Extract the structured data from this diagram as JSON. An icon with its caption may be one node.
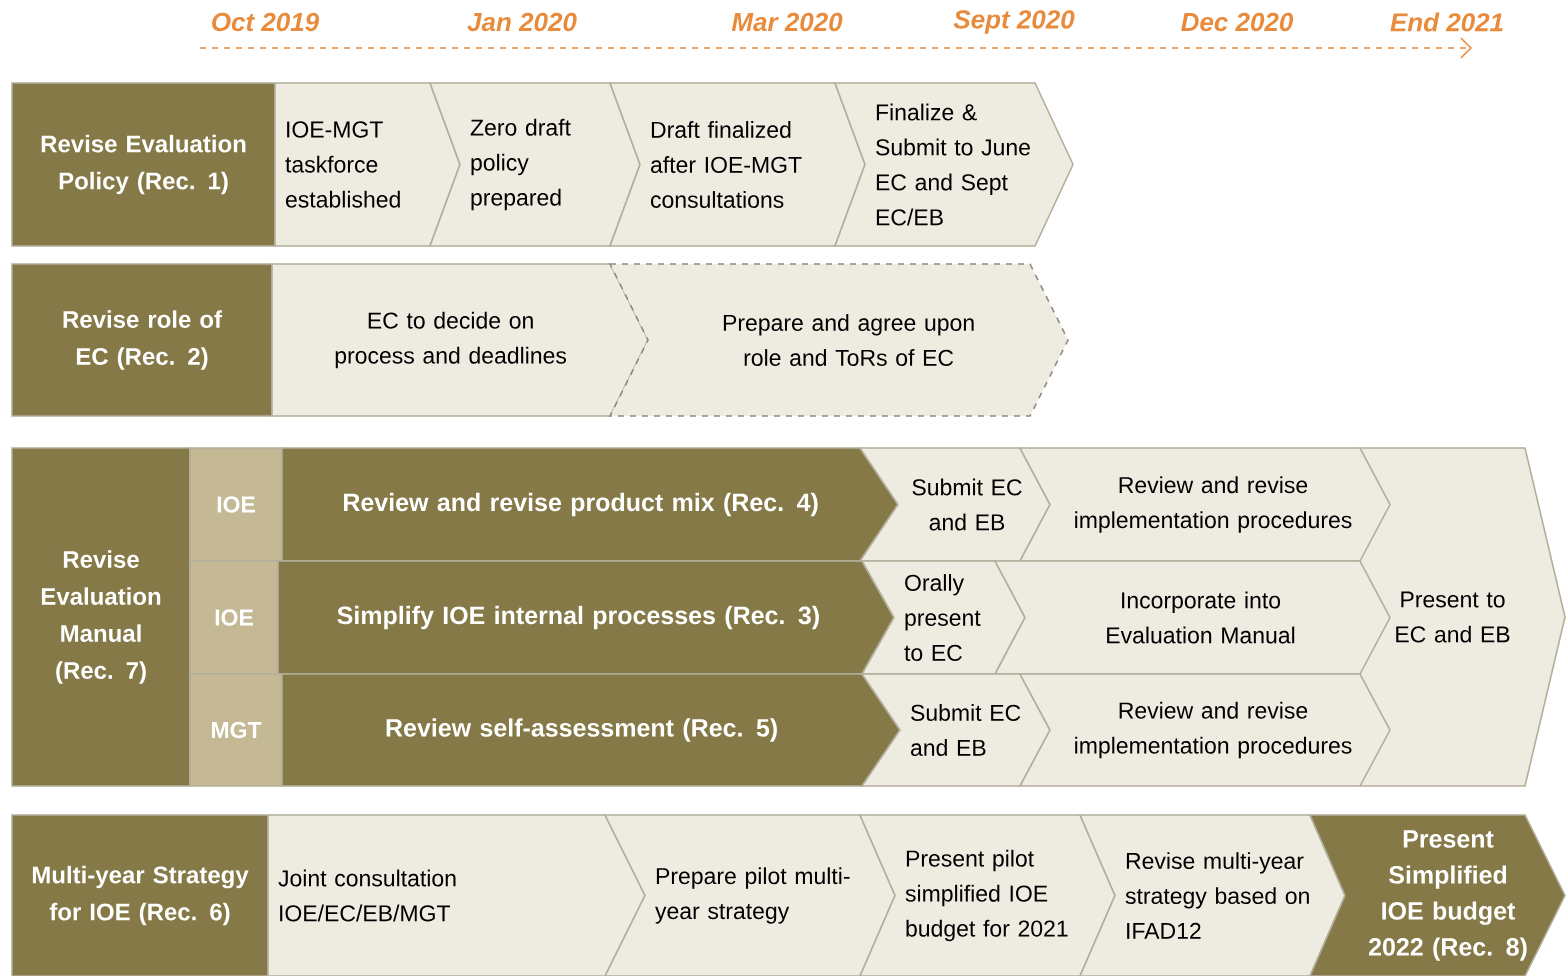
{
  "diagram": {
    "nodes": [
      {
        "text": [
          "Revise Evaluation Policy (Rec. 1)"
        ]
      },
      {
        "text": [
          "IOE-MGT taskforce established"
        ]
      },
      {
        "text": [
          "Zero draft policy prepared"
        ]
      },
      {
        "text": [
          "Draft finalized after IOE-MGT consultations"
        ]
      },
      {
        "text": [
          "Finalize & Submit to June EC and Sept EC/EB"
        ]
      },
      {
        "text": [
          "Revise role of EC (Rec. 2)"
        ]
      },
      {
        "text": [
          "EC to decide on process and deadlines"
        ]
      },
      {
        "text": [
          "Prepare and agree upon role and ToRs of EC"
        ]
      },
      {
        "text": [
          "Revise Evaluation Manual (Rec. 7)"
        ]
      },
      {
        "text": [
          "IOE"
        ]
      },
      {
        "text": [
          "Review and revise product mix (Rec. 4)"
        ]
      },
      {
        "text": [
          "Submit EC and EB"
        ]
      },
      {
        "text": [
          "Review and revise implementation procedures"
        ]
      },
      {
        "text": [
          "Present to EC and EB"
        ]
      },
      {
        "text": [
          "IOE"
        ]
      },
      {
        "text": [
          "Simplify IOE internal processes (Rec. 3)"
        ]
      },
      {
        "text": [
          "Orally present to EC"
        ]
      },
      {
        "text": [
          "Incorporate into Evaluation Manual"
        ]
      },
      {
        "text": [
          "MGT"
        ]
      },
      {
        "text": [
          "Review self-assessment (Rec. 5)"
        ]
      },
      {
        "text": [
          "Submit EC and EB"
        ]
      },
      {
        "text": [
          "Review and revise implementation procedures"
        ]
      },
      {
        "text": [
          "Multi-year Strategy for IOE (Rec. 6)"
        ]
      },
      {
        "text": [
          "Joint consultation IOE/EC/EB/MGT"
        ]
      },
      {
        "text": [
          "Prepare pilot multi-year strategy"
        ]
      },
      {
        "text": [
          "Present pilot simplified IOE budget for 2021"
        ]
      },
      {
        "text": [
          "Revise multi-year strategy based on IFAD12"
        ]
      },
      {
        "text": [
          "Present Simplified IOE budget 2022 (Rec. 8)"
        ]
      }
    ],
    "labels": [
      "Oct 2019",
      "Jan 2020",
      "Mar 2020",
      "Sept 2020",
      "Dec 2020",
      "End 2021"
    ]
  }
}
